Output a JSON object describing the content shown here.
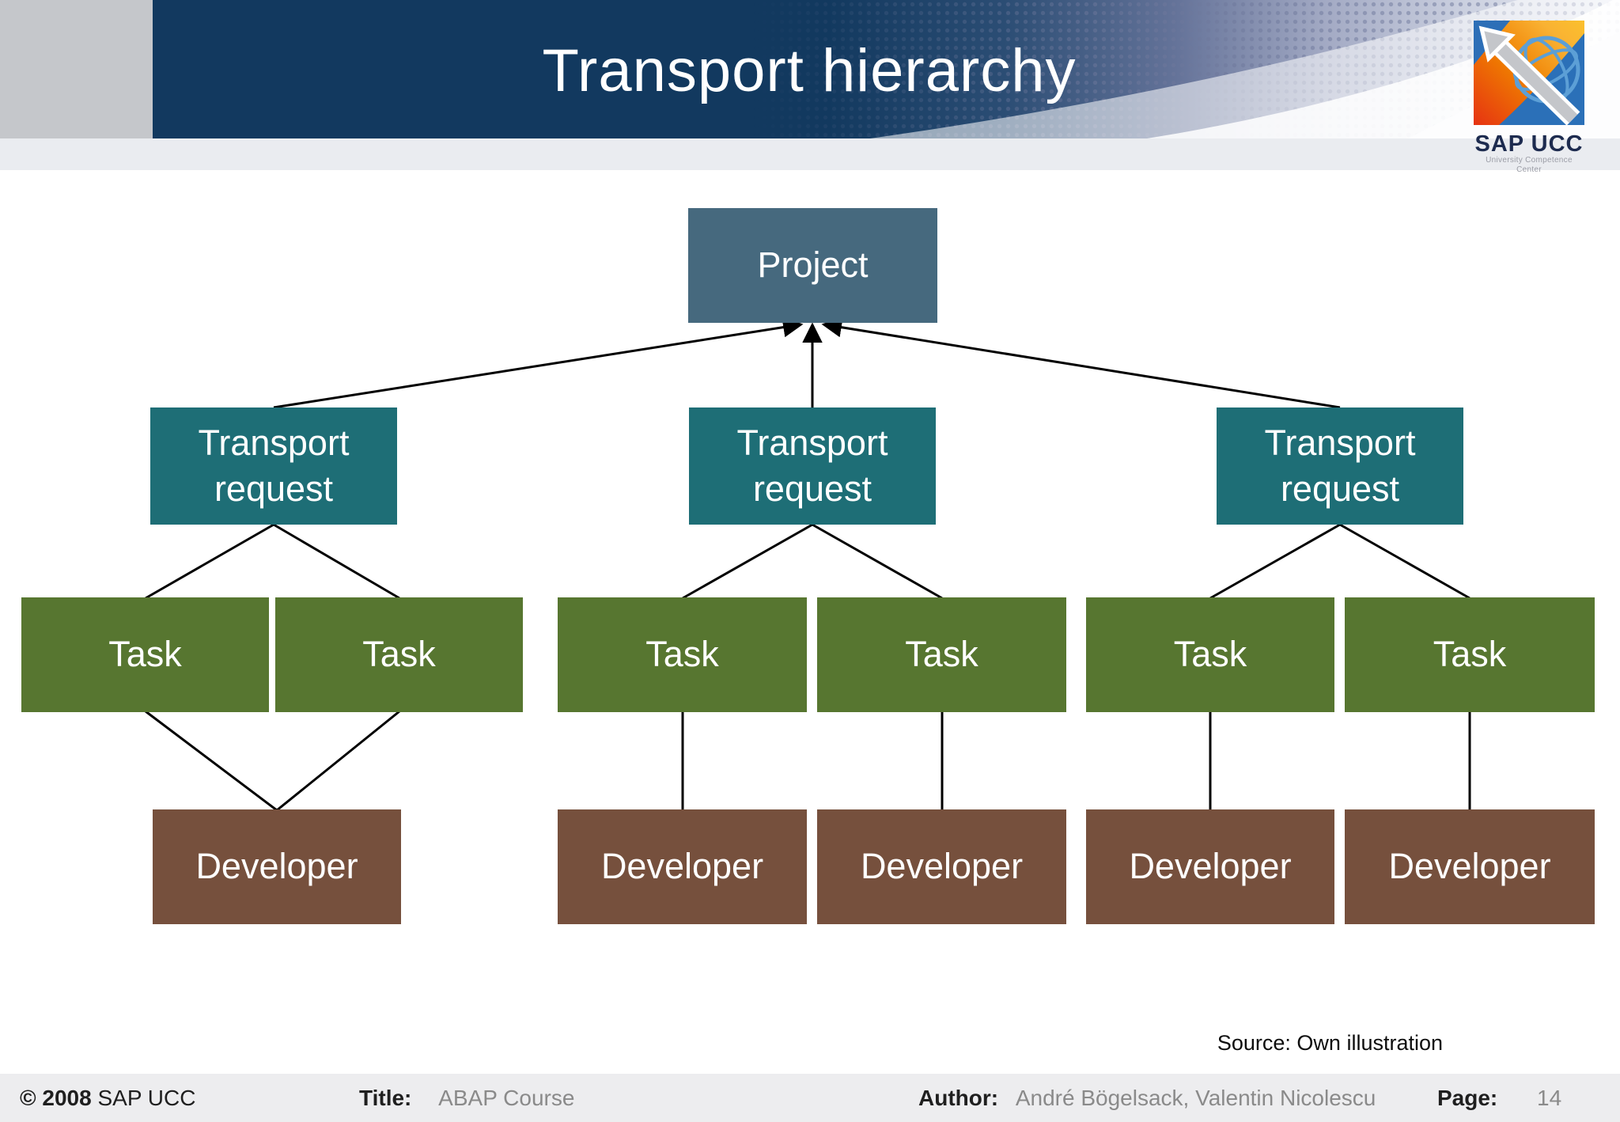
{
  "slide": {
    "title": "Transport hierarchy",
    "source_note": "Source: Own illustration"
  },
  "logo": {
    "brand": "SAP UCC",
    "subtitle": "University Competence Center"
  },
  "diagram": {
    "project_label": "Project",
    "transport_request_label": "Transport request",
    "task_label": "Task",
    "developer_label": "Developer"
  },
  "footer": {
    "copyright_year": "© 2008",
    "copyright_org": "SAP UCC",
    "title_label": "Title:",
    "title_value": "ABAP Course",
    "author_label": "Author:",
    "author_value": "André Bögelsack, Valentin Nicolescu",
    "page_label": "Page:",
    "page_value": "14"
  },
  "colors": {
    "header_navy": "#12395f",
    "header_gray_strip": "#c5c7cb",
    "project_fill": "#46697e",
    "transport_request_fill": "#1e6e76",
    "task_fill": "#577630",
    "developer_fill": "#76503d",
    "connector": "#000000",
    "footer_bg": "#ededef"
  }
}
